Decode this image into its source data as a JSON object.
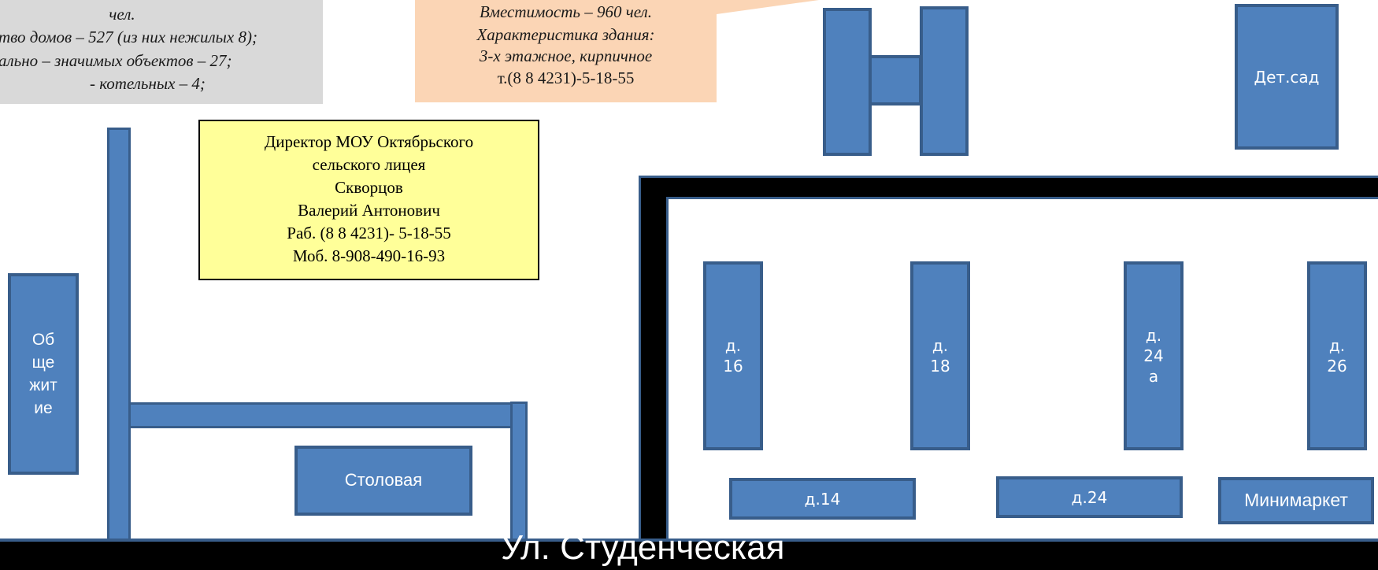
{
  "info_panel": {
    "lines": [
      "чел.",
      "тво домов – 527 (из них нежилых 8);",
      "ально – значимых объектов – 27;",
      "- котельных – 4;"
    ]
  },
  "school_callout": {
    "lines": [
      "Вместимость – 960 чел.",
      "Характеристика здания:",
      "3-х этажное, кирпичное",
      "т.(8 8 4231)-5-18-55"
    ]
  },
  "director_box": {
    "lines": [
      "Директор МОУ Октябрьского",
      "сельского лицея",
      "Скворцов",
      "Валерий Антонович",
      "Раб. (8 8  4231)- 5-18-55",
      "Моб. 8-908-490-16-93"
    ]
  },
  "buildings": {
    "kindergarten": "Дет.сад",
    "dormitory": [
      "Об",
      "ще",
      "жит",
      "ие"
    ],
    "canteen": "Столовая",
    "house_16": [
      "д.",
      "16"
    ],
    "house_18": [
      "д.",
      "18"
    ],
    "house_24a": [
      "д.",
      "24",
      "а"
    ],
    "house_26": [
      "д.",
      "26"
    ],
    "house_14": "д.14",
    "house_24": "д.24",
    "minimarket": "Минимаркет"
  },
  "street_label": "Ул. Студенческая",
  "colors": {
    "building_fill": "#4f81bd",
    "building_border": "#385d8a",
    "info_panel_bg": "#d9d9d9",
    "callout_bg": "#fbd5b5",
    "director_bg": "#ffff99",
    "street_bg": "#000000"
  }
}
